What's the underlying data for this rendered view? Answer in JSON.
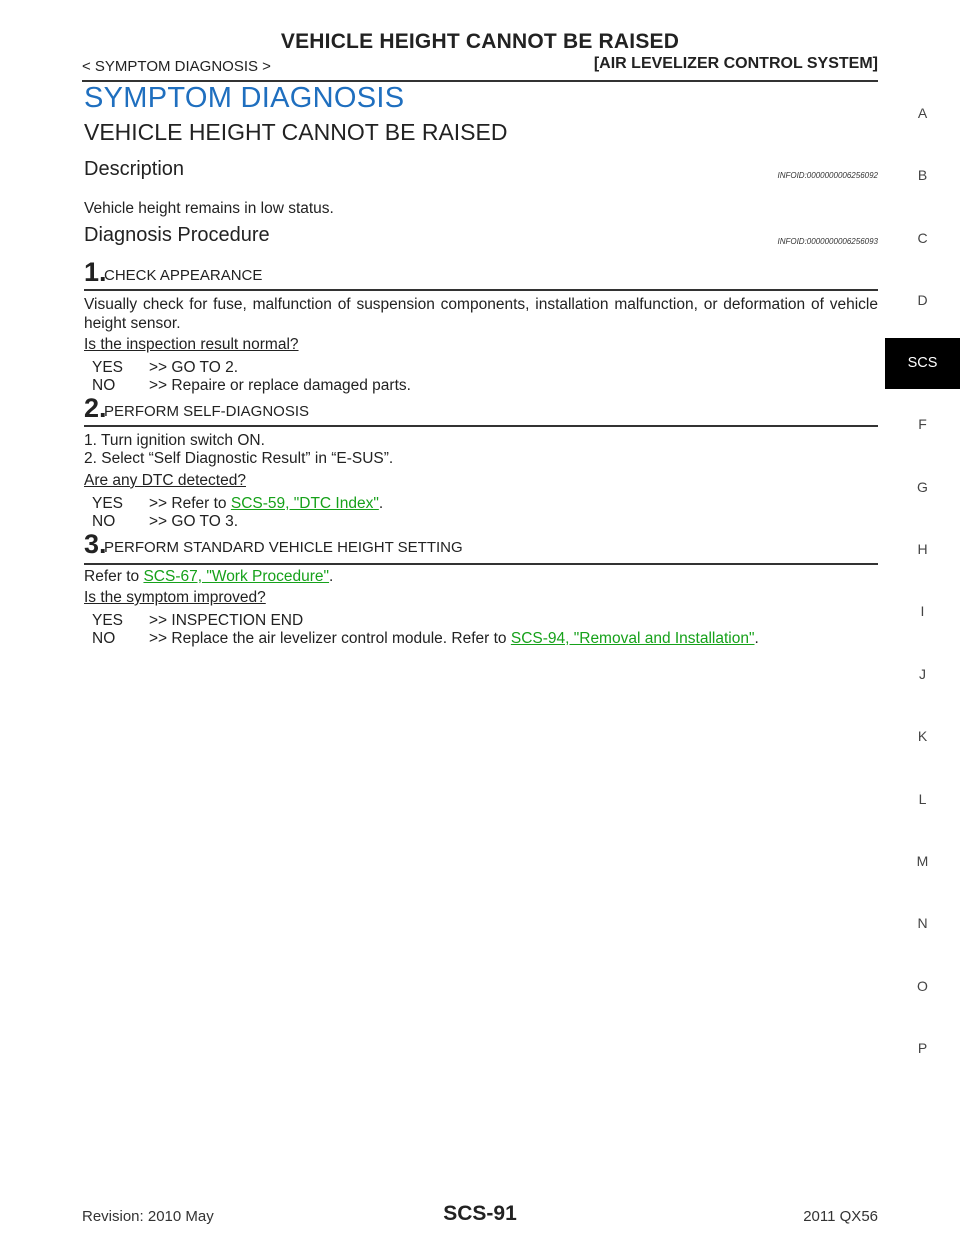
{
  "header": {
    "title": "VEHICLE HEIGHT CANNOT BE RAISED",
    "breadcrumb": "< SYMPTOM DIAGNOSIS >",
    "system": "[AIR LEVELIZER CONTROL SYSTEM]"
  },
  "section_title": "SYMPTOM DIAGNOSIS",
  "sub_title": "VEHICLE HEIGHT CANNOT BE RAISED",
  "description": {
    "heading": "Description",
    "infoid": "INFOID:0000000006256092",
    "text": "Vehicle height remains in low status."
  },
  "procedure": {
    "heading": "Diagnosis Procedure",
    "infoid": "INFOID:0000000006256093"
  },
  "steps": [
    {
      "number": "1.",
      "title": "CHECK APPEARANCE",
      "body": "Visually check for fuse, malfunction of suspension components, installation malfunction, or deformation of vehicle height sensor.",
      "question": "Is the inspection result normal?",
      "yes_label": "YES",
      "yes_text": ">> GO TO 2.",
      "no_label": "NO",
      "no_text": ">> Repaire or replace damaged parts."
    },
    {
      "number": "2.",
      "title": "PERFORM SELF-DIAGNOSIS",
      "list": [
        "1. Turn ignition switch ON.",
        "2. Select “Self Diagnostic Result” in “E-SUS”."
      ],
      "question": "Are any DTC detected?",
      "yes_label": "YES",
      "yes_prefix": ">> Refer to ",
      "yes_link": "SCS-59, \"DTC Index\"",
      "yes_suffix": ".",
      "no_label": "NO",
      "no_text": ">> GO TO 3."
    },
    {
      "number": "3.",
      "title": "PERFORM STANDARD VEHICLE HEIGHT SETTING",
      "body_prefix": "Refer to ",
      "body_link": "SCS-67, \"Work Procedure\"",
      "body_suffix": ".",
      "question": "Is the symptom improved?",
      "yes_label": "YES",
      "yes_text": ">> INSPECTION END",
      "no_label": "NO",
      "no_prefix": ">> Replace the air levelizer control module. Refer to ",
      "no_link": "SCS-94, \"Removal and Installation\"",
      "no_suffix": "."
    }
  ],
  "side_tabs": [
    "A",
    "B",
    "C",
    "D",
    "SCS",
    "F",
    "G",
    "H",
    "I",
    "J",
    "K",
    "L",
    "M",
    "N",
    "O",
    "P"
  ],
  "active_tab": "SCS",
  "footer": {
    "revision": "Revision: 2010 May",
    "page": "SCS-91",
    "model": "2011 QX56"
  },
  "colors": {
    "section_title": "#1f6fbf",
    "link": "#16a11a",
    "active_tab_bg": "#000000"
  }
}
